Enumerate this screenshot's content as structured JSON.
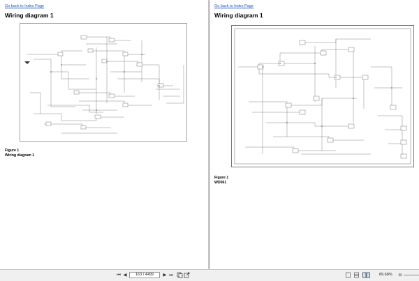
{
  "left_page": {
    "back_link": "Go back to Index Page",
    "title": "Wiring diagram 1",
    "figure_label": "Figure 1",
    "figure_caption": "Wiring diagram 1"
  },
  "right_page": {
    "back_link": "Go back to Index Page",
    "title": "Wiring diagram 1",
    "figure_label": "Figure 1",
    "figure_caption": "WD061"
  },
  "toolbar": {
    "first_icon": "⏮",
    "prev_icon": "◀",
    "page_value": "163 / 4499",
    "next_icon": "▶",
    "last_icon": "⏭",
    "zoom": "89.68%",
    "zoom_out_icon": "⊖"
  },
  "colors": {
    "link": "#1a56c4",
    "background": "#dcdcdc",
    "page": "#ffffff",
    "wire": "#555555"
  }
}
